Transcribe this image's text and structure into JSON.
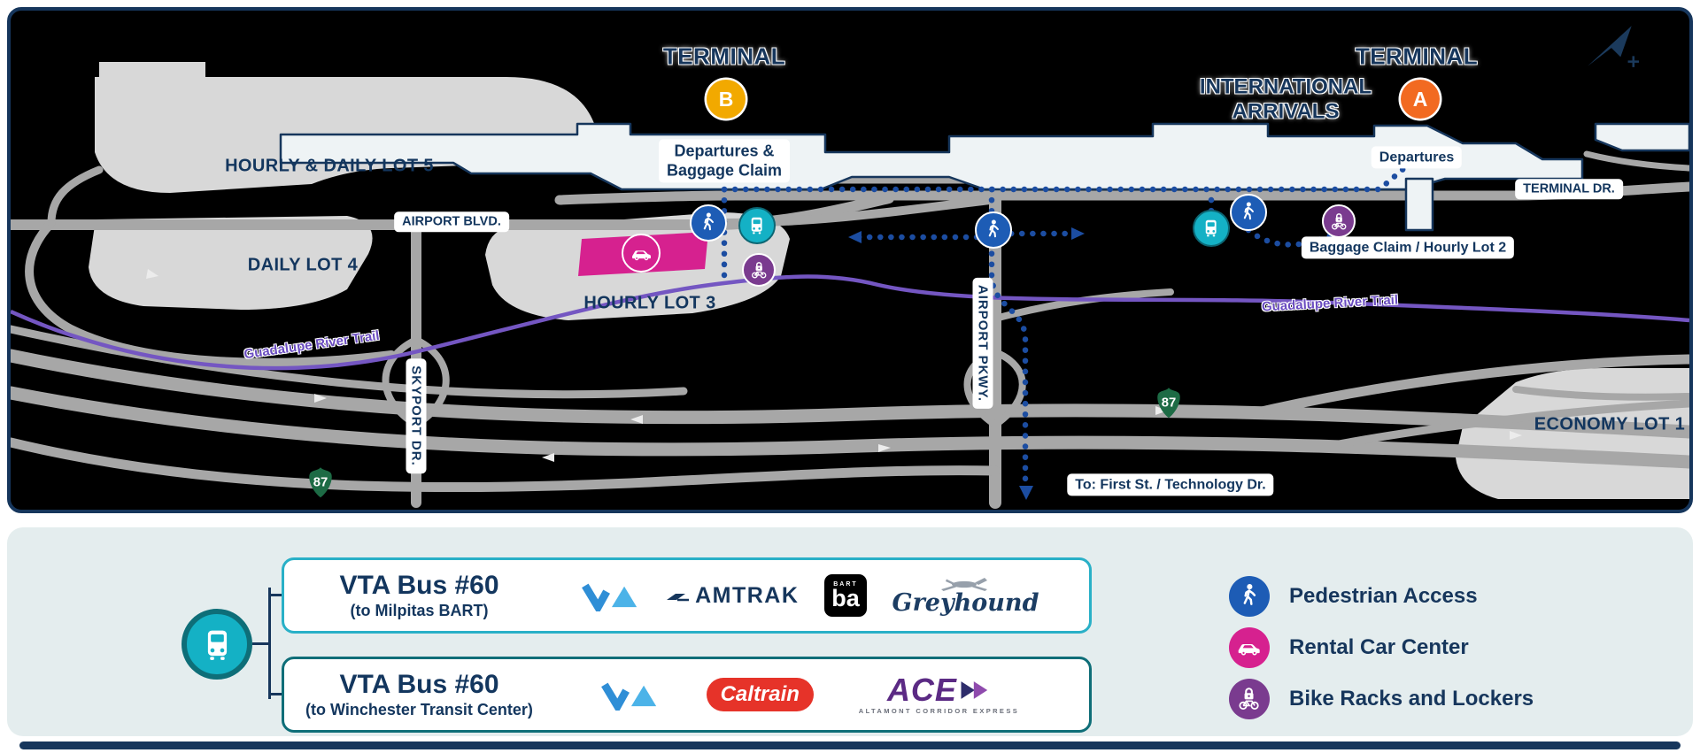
{
  "colors": {
    "map_background": "#000000",
    "map_border_navy": "#16365c",
    "road_gray": "#a7a7a7",
    "lot_gray": "#d8d8d8",
    "terminal_fill": "#eef3f5",
    "pedestrian_blue": "#1d5cb5",
    "path_dot_blue": "#1c4da1",
    "trail_purple": "#7456c2",
    "bus_teal": "#14b1c5",
    "bus_teal_dark": "#0e6e78",
    "rental_pink": "#d6218f",
    "bike_purple": "#7a3b8f",
    "terminal_a_orange": "#f26a21",
    "terminal_b_amber": "#f2a900",
    "highway_green": "#1d6b45",
    "legend_background": "#e4edee",
    "route1_border": "#29b0c7",
    "route2_border": "#0e6e78",
    "caltrain_red": "#e63329",
    "ace_purple": "#5b2a84"
  },
  "map": {
    "terminal_b": {
      "label": "TERMINAL",
      "marker": "B"
    },
    "terminal_a": {
      "label": "TERMINAL",
      "marker": "A"
    },
    "international_arrivals": "INTERNATIONAL\nARRIVALS",
    "departures_baggage_claim": "Departures &\nBaggage Claim",
    "departures": "Departures",
    "baggage_claim_hourly_lot_2": "Baggage Claim / Hourly Lot 2",
    "terminal_dr": "TERMINAL DR.",
    "hourly_daily_lot_5": "HOURLY & DAILY LOT 5",
    "daily_lot_4": "DAILY LOT 4",
    "hourly_lot_3": "HOURLY LOT 3",
    "economy_lot_1": "ECONOMY LOT 1",
    "airport_blvd": "AIRPORT BLVD.",
    "skyport_dr": "SKYPORT DR.",
    "airport_pkwy": "AIRPORT PKWY.",
    "guadalupe_river_trail_left": "Guadalupe River Trail",
    "guadalupe_river_trail_right": "Guadalupe River Trail",
    "highway_87": "87",
    "to_first_st": "To: First St. / Technology Dr."
  },
  "legend": {
    "route_1": {
      "title": "VTA Bus #60",
      "subtitle": "(to Milpitas BART)",
      "operators": [
        "VTA",
        "Amtrak",
        "BART",
        "Greyhound"
      ]
    },
    "route_2": {
      "title": "VTA Bus #60",
      "subtitle": "(to Winchester Transit Center)",
      "operators": [
        "VTA",
        "Caltrain",
        "ACE"
      ]
    },
    "logo_text": {
      "amtrak": "AMTRAK",
      "bart_small": "BART",
      "bart_large": "ba",
      "greyhound": "Greyhound",
      "caltrain": "Caltrain",
      "ace": "ACE",
      "ace_sub": "ALTAMONT CORRIDOR EXPRESS"
    },
    "key": [
      {
        "label": "Pedestrian Access",
        "icon": "pedestrian-icon"
      },
      {
        "label": "Rental Car Center",
        "icon": "rental-car-icon"
      },
      {
        "label": "Bike Racks and Lockers",
        "icon": "bike-lock-icon"
      }
    ]
  }
}
